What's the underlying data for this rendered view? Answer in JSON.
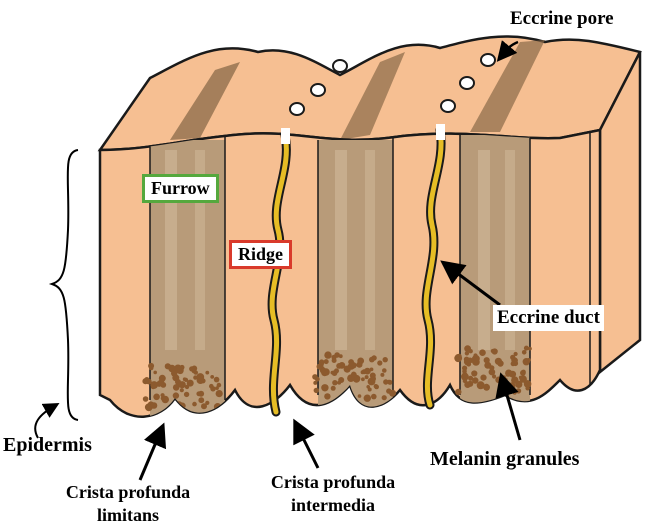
{
  "labels": {
    "eccrine_pore": "Eccrine pore",
    "furrow": "Furrow",
    "ridge": "Ridge",
    "eccrine_duct": "Eccrine duct",
    "epidermis": "Epidermis",
    "melanin_granules": "Melanin granules",
    "crista_limitans": [
      "Crista profunda",
      "limitans"
    ],
    "crista_intermedia": [
      "Crista profunda",
      "intermedia"
    ]
  },
  "colors": {
    "skin": "#f6bf92",
    "skin_dark": "#eaa979",
    "furrow_band": "#b89b79",
    "ridge_shadow": "#7a5838",
    "duct": "#e6bd25",
    "granules": "#8c5a2e",
    "outline": "#1a1a1a",
    "furrow_box": "#55a83d",
    "ridge_box": "#d93a2b"
  },
  "icons": [
    "eccrine-pore-dot-icon",
    "arrow-icon",
    "brace-icon"
  ]
}
